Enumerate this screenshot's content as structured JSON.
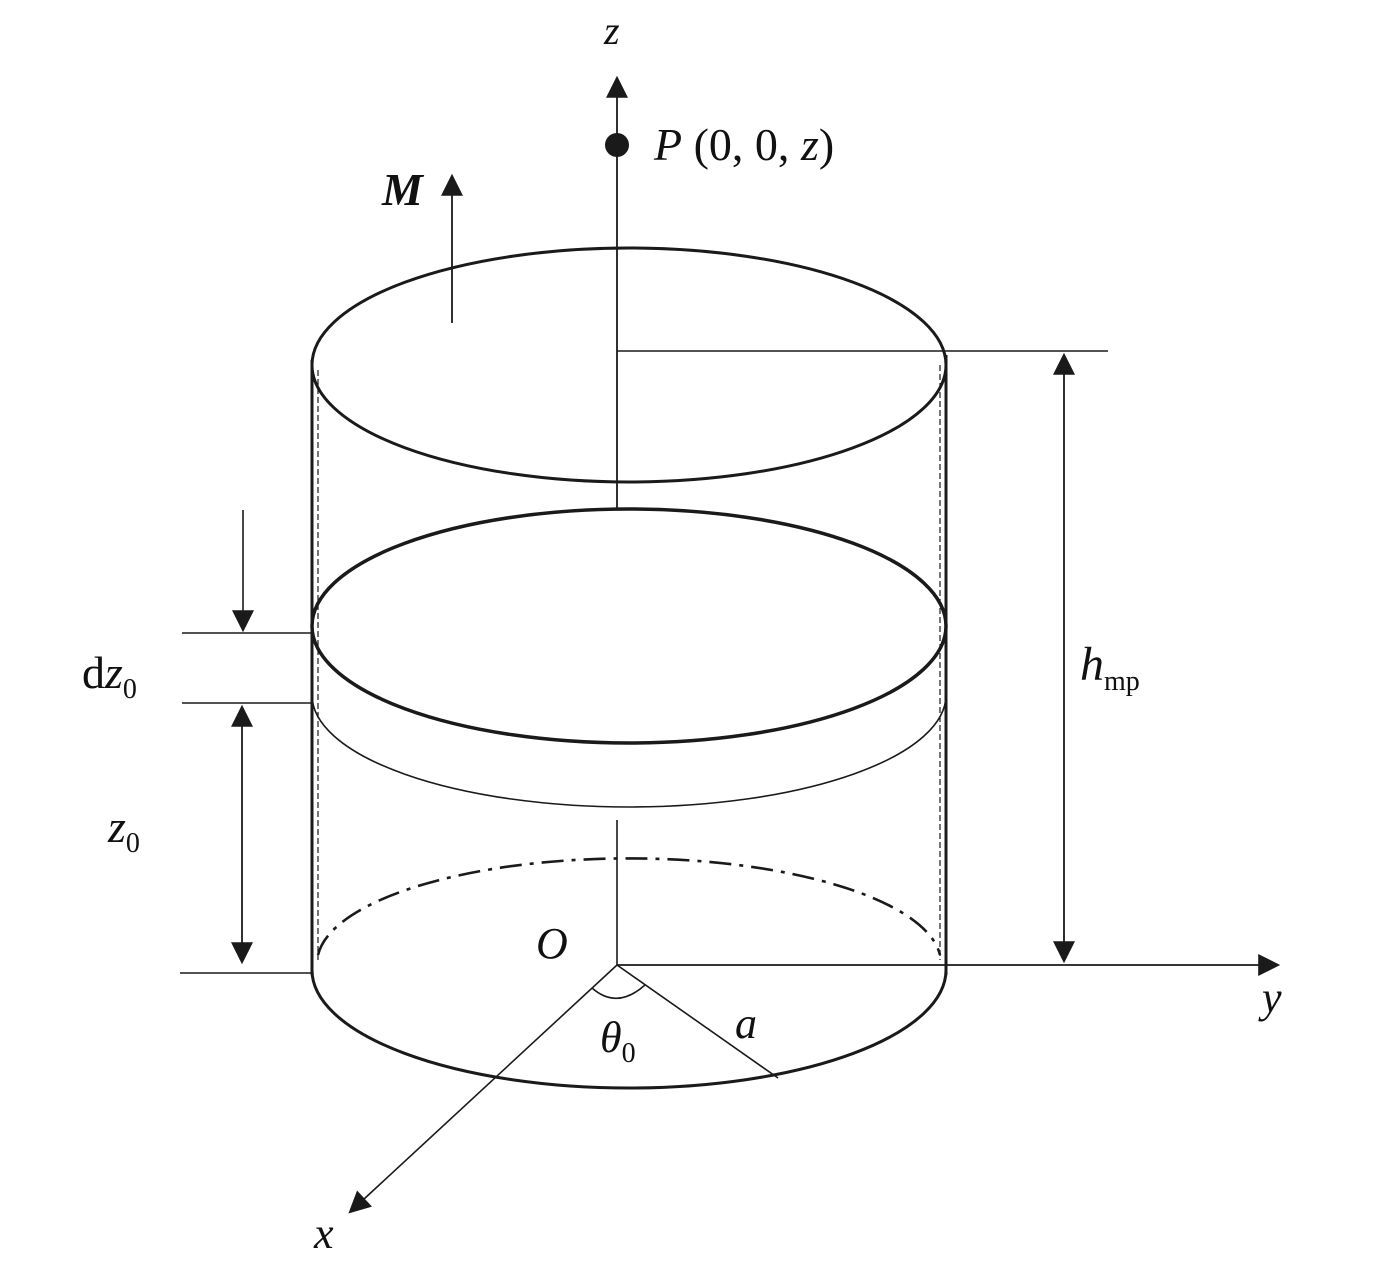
{
  "labels": {
    "z_axis": "z",
    "y_axis": "y",
    "x_axis": "x",
    "origin": "O",
    "point_name": "P",
    "point_coords_open": " (0, 0, ",
    "point_coords_z": "z",
    "point_coords_close": ")",
    "magnetization": "M",
    "height_main": "h",
    "height_sub": "mp",
    "slice_d": "d",
    "slice_z": "z",
    "slice_sub": "0",
    "offset_z": "z",
    "offset_sub": "0",
    "angle_theta": "θ",
    "angle_sub": "0",
    "radius": "a"
  },
  "colors": {
    "stroke": "#1a1a1a",
    "background": "#ffffff"
  }
}
